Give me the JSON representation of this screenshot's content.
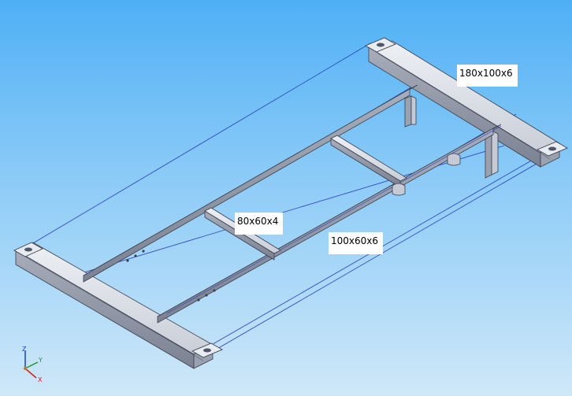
{
  "callouts": {
    "front_beam": "180x100x6",
    "cross_member": "80x60x4",
    "side_rail": "100x60x6"
  },
  "triad": {
    "x": "X",
    "y": "Y",
    "z": "Z"
  },
  "colors": {
    "background_top": "#4fb0f6",
    "background_bottom": "#cfe8f8",
    "steel_light": "#dfe3ea",
    "steel_mid": "#b4bac6",
    "steel_dark": "#7d8494",
    "edge": "#3a3f4c",
    "dimension_line": "#2a3fbf"
  }
}
